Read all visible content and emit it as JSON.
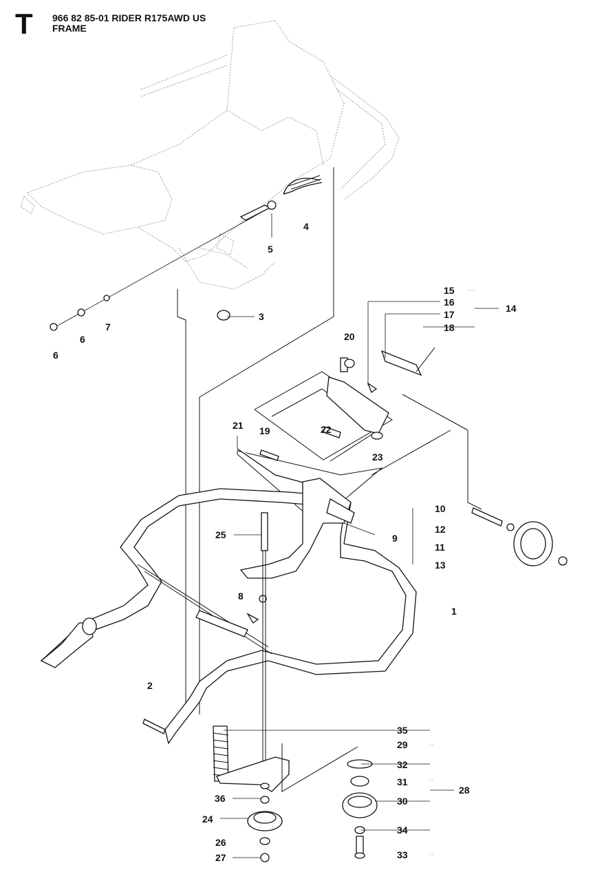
{
  "header": {
    "section_letter": "T",
    "title_line1": "966 82 85-01 RIDER R175AWD US",
    "title_line2": "FRAME"
  },
  "callouts": [
    "1",
    "2",
    "3",
    "4",
    "5",
    "6",
    "6",
    "7",
    "8",
    "9",
    "10",
    "11",
    "12",
    "13",
    "14",
    "15",
    "16",
    "17",
    "18",
    "19",
    "20",
    "21",
    "22",
    "23",
    "24",
    "25",
    "26",
    "27",
    "28",
    "29",
    "30",
    "31",
    "32",
    "33",
    "34",
    "35",
    "36"
  ]
}
